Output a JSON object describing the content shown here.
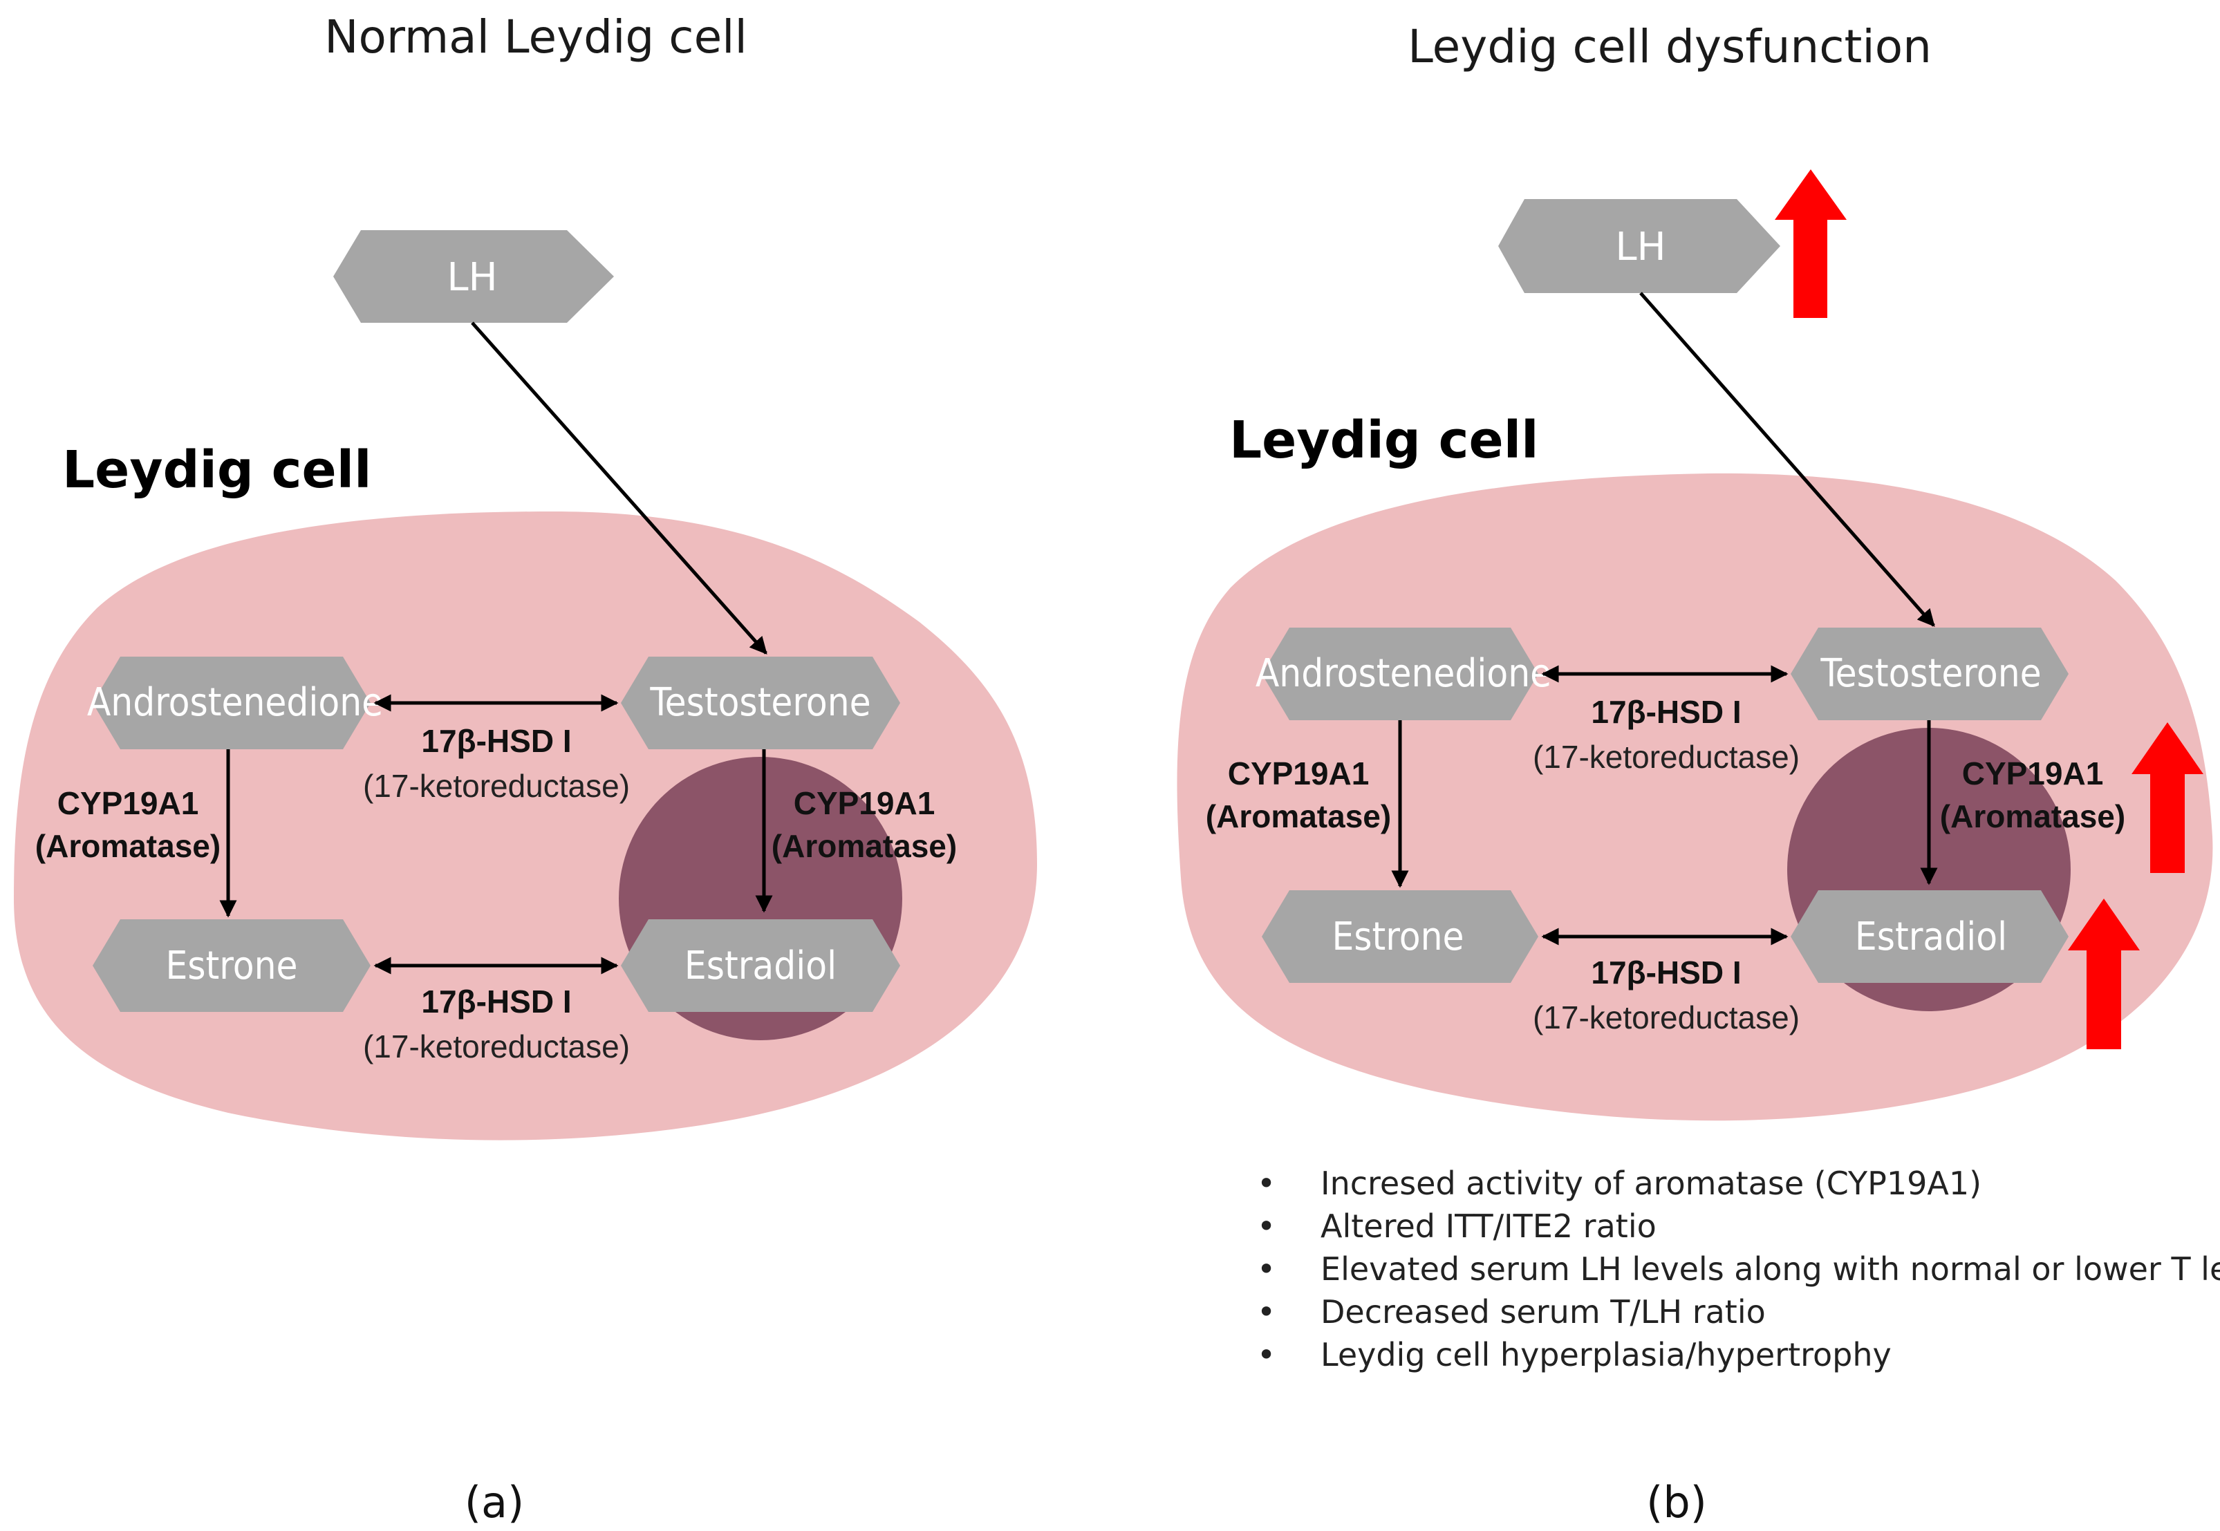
{
  "panel_a": {
    "title": "Normal Leydig cell",
    "cell_label": "Leydig cell",
    "lh": "LH",
    "androstenedione": "Androstenedione",
    "testosterone": "Testosterone",
    "estrone": "Estrone",
    "estradiol": "Estradiol",
    "enzyme_top_name": "17β-HSD I",
    "enzyme_top_sub": "(17-ketoreductase)",
    "enzyme_bottom_name": "17β-HSD I",
    "enzyme_bottom_sub": "(17-ketoreductase)",
    "cyp_left_name": "CYP19A1",
    "cyp_left_sub": "(Aromatase)",
    "cyp_right_name": "CYP19A1",
    "cyp_right_sub": "(Aromatase)",
    "caption": "(a)"
  },
  "panel_b": {
    "title": "Leydig cell dysfunction",
    "cell_label": "Leydig cell",
    "lh": "LH",
    "androstenedione": "Androstenedione",
    "testosterone": "Testosterone",
    "estrone": "Estrone",
    "estradiol": "Estradiol",
    "enzyme_top_name": "17β-HSD I",
    "enzyme_top_sub": "(17-ketoreductase)",
    "enzyme_bottom_name": "17β-HSD I",
    "enzyme_bottom_sub": "(17-ketoreductase)",
    "cyp_left_name": "CYP19A1",
    "cyp_left_sub": "(Aromatase)",
    "cyp_right_name": "CYP19A1",
    "cyp_right_sub": "(Aromatase)",
    "bullets": [
      "Incresed activity of aromatase (CYP19A1)",
      "Altered ITT/ITE2 ratio",
      "Elevated serum LH levels along with normal or lower T levels",
      "Decreased serum T/LH ratio",
      "Leydig cell hyperplasia/hypertrophy"
    ],
    "caption": "(b)"
  },
  "colors": {
    "cell_fill": "#eebcbe",
    "nucleus_fill": "#8c5468",
    "hexagon_fill": "#a6a6a6",
    "up_arrow": "#ff0000",
    "connector": "#000000"
  }
}
